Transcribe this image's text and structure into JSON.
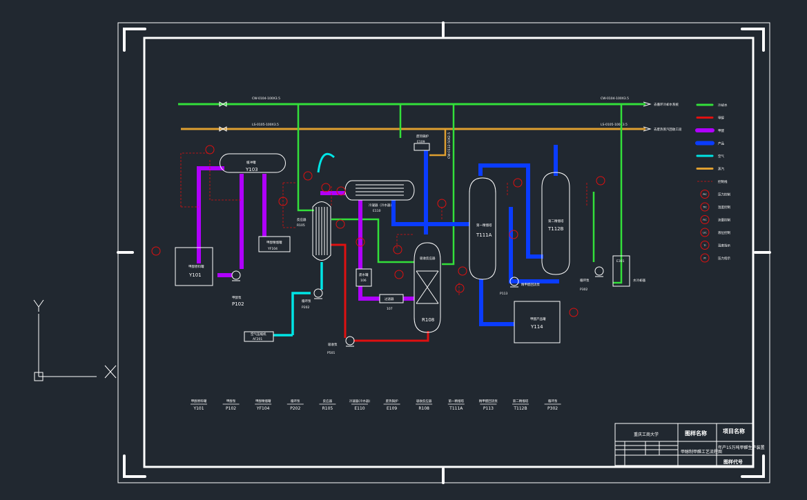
{
  "colors": {
    "background": "#212830",
    "frame": "#ffffff",
    "green": "#33e03a",
    "orange": "#e0a030",
    "purple": "#b000ff",
    "blue": "#0a3cff",
    "cyan": "#00e5e5",
    "red": "#e01010"
  },
  "equipment": {
    "y101": {
      "name": "甲醇原料罐",
      "tag": "Y101"
    },
    "p102": {
      "name": "甲醇泵",
      "tag": "P102"
    },
    "y103": {
      "name": "缓冲罐",
      "tag": "Y103"
    },
    "yf104": {
      "name": "甲醇精馏罐",
      "tag": "YF104"
    },
    "r105": {
      "name": "反应器",
      "tag": "R105"
    },
    "p202": {
      "name": "循环泵",
      "tag": "P202"
    },
    "af201": {
      "name": "空气压缩机",
      "tag": "AF201"
    },
    "e110": {
      "name": "冷凝器（冷水器）",
      "tag": "E110"
    },
    "e109": {
      "name": "废热锅炉",
      "tag": "E109"
    },
    "v106": {
      "name": "废水罐",
      "tag": "106"
    },
    "v107": {
      "name": "过滤器",
      "tag": "107"
    },
    "r108": {
      "name": "吸收反应器",
      "tag": "R108"
    },
    "p501": {
      "name": "吸收泵",
      "tag": "P501"
    },
    "t111a": {
      "name": "第一精馏塔",
      "tag": "T111A"
    },
    "p113": {
      "name": "精甲醛回流泵",
      "tag": "P113"
    },
    "y114": {
      "name": "甲醛产品罐",
      "tag": "Y114"
    },
    "t112b": {
      "name": "第二精馏塔",
      "tag": "T112B"
    },
    "p302": {
      "name": "循环泵",
      "tag": "P302"
    },
    "e301": {
      "name": "水冷却器",
      "tag": "E301"
    }
  },
  "lines": {
    "green_main": "CW-0104-100X3.5",
    "orange_main": "LS-0105-100X3.5",
    "green_dest": "去循环冷却水系统",
    "orange_dest": "去废热蒸汽回收工段",
    "green_mid": "CW-0112-50X2.5"
  },
  "legend": [
    {
      "color": "#33e03a",
      "kind": "line",
      "label": "冷却水"
    },
    {
      "color": "#e01010",
      "kind": "line",
      "label": "甲醇"
    },
    {
      "color": "#b000ff",
      "kind": "line",
      "label": "甲醛"
    },
    {
      "color": "#0a3cff",
      "kind": "line",
      "label": "产品"
    },
    {
      "color": "#00e5e5",
      "kind": "line",
      "label": "空气"
    },
    {
      "color": "#e0a030",
      "kind": "line",
      "label": "蒸汽"
    },
    {
      "color": "#e01010",
      "kind": "dash",
      "label": "控制线"
    },
    {
      "color": "#e01010",
      "kind": "circle",
      "circle_text": "PIC",
      "label": "压力控制"
    },
    {
      "color": "#e01010",
      "kind": "circle",
      "circle_text": "TIC",
      "label": "温度控制"
    },
    {
      "color": "#e01010",
      "kind": "circle",
      "circle_text": "FIC",
      "label": "流量控制"
    },
    {
      "color": "#e01010",
      "kind": "circle",
      "circle_text": "LIC",
      "label": "液位控制"
    },
    {
      "color": "#e01010",
      "kind": "circle",
      "circle_text": "TI",
      "label": "温度指示"
    },
    {
      "color": "#e01010",
      "kind": "circle",
      "circle_text": "PI",
      "label": "压力指示"
    }
  ],
  "equipment_list": [
    {
      "name": "甲醇原料罐",
      "tag": "Y101"
    },
    {
      "name": "甲醇泵",
      "tag": "P102"
    },
    {
      "name": "甲醇精馏罐",
      "tag": "YF104"
    },
    {
      "name": "循环泵",
      "tag": "P202"
    },
    {
      "name": "反应器",
      "tag": "R105"
    },
    {
      "name": "冷凝器(冷水器)",
      "tag": "E110"
    },
    {
      "name": "废热锅炉",
      "tag": "E109"
    },
    {
      "name": "吸收反应器",
      "tag": "R108"
    },
    {
      "name": "第一精馏塔",
      "tag": "T111A"
    },
    {
      "name": "精甲醛回流泵",
      "tag": "P113"
    },
    {
      "name": "第二精馏塔",
      "tag": "T112B"
    },
    {
      "name": "循环泵",
      "tag": "P302"
    }
  ],
  "title_block": {
    "school": "重庆工商大学",
    "drawing_name_label": "图样名称",
    "project_name_label": "项目名称",
    "project_name": "年产15万吨甲醛生产装置",
    "drawing_name": "甲醇制甲醛工艺流程图",
    "drawing_code_label": "图样代号"
  },
  "ucs": {
    "y": "Y",
    "x": "X"
  }
}
